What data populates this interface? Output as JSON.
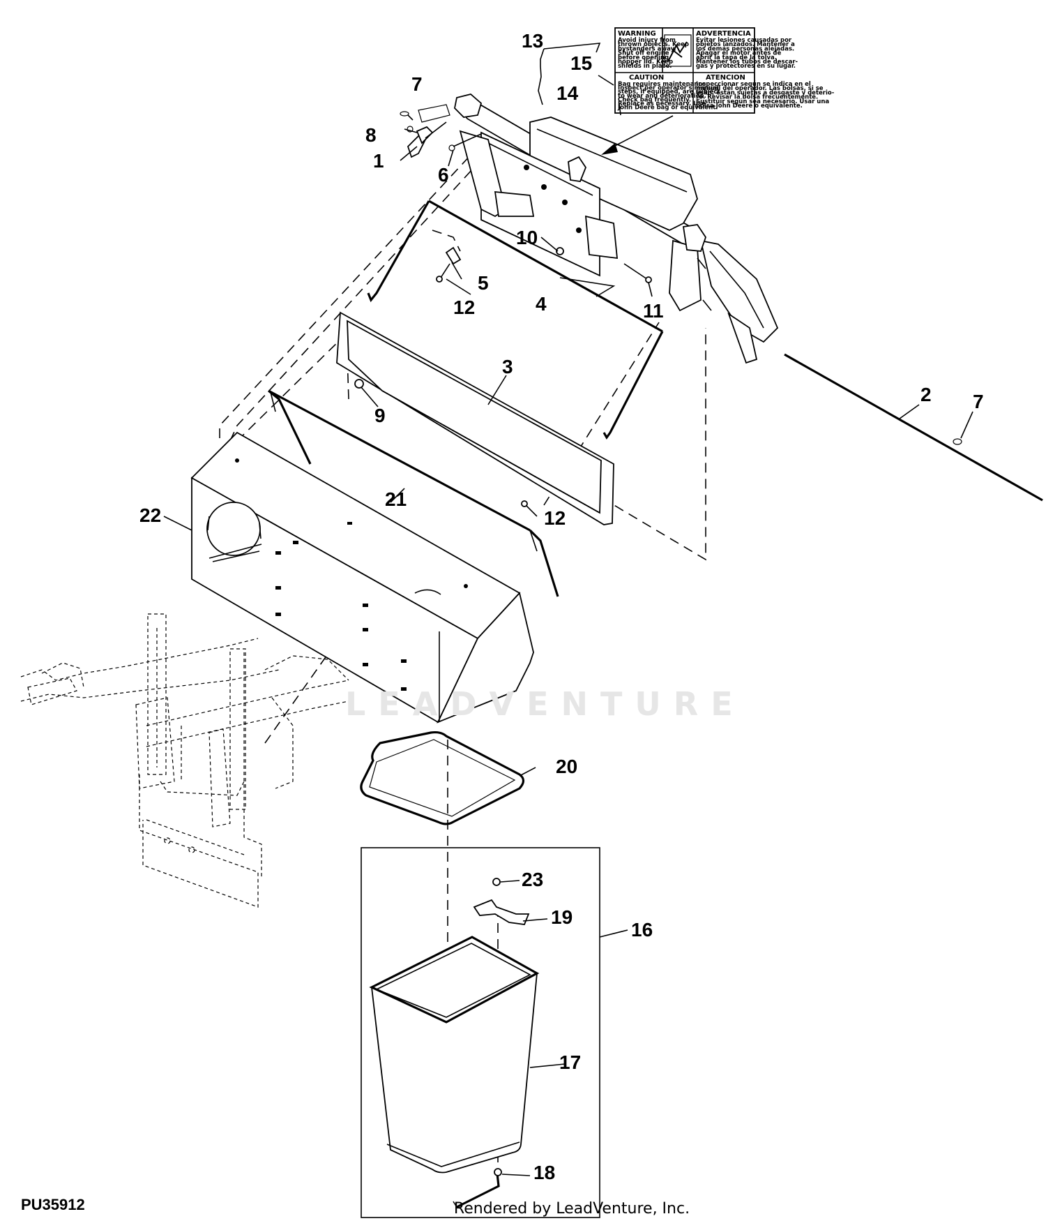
{
  "figure_id": "PU35912",
  "credit": "Rendered by LeadVenture, Inc.",
  "watermark": "LEADVENTURE",
  "callouts": [
    "1",
    "2",
    "3",
    "4",
    "5",
    "6",
    "7",
    "7",
    "8",
    "9",
    "10",
    "11",
    "12",
    "12",
    "13",
    "14",
    "15",
    "16",
    "17",
    "18",
    "19",
    "20",
    "21",
    "22",
    "23"
  ],
  "decal": {
    "panels": [
      {
        "heading": "WARNING",
        "lines": [
          "Avoid injury from",
          "thrown objects. Keep",
          "bystanders away.",
          "Shut off engine",
          "before opening",
          "hopper lid. Keep",
          "shields in place."
        ]
      },
      {
        "heading": "ADVERTENCIA",
        "lines": [
          "Evitar lesiones causadas por",
          "objetos lanzados. Mantener a",
          "los demás personas alejadas.",
          "Apagar el motor antes de",
          "abrir la tapa de la tolva.",
          "Mantener los tubos de descar-",
          "gas y protectores en su lugar."
        ]
      },
      {
        "heading": "CAUTION",
        "lines": [
          "Bag requires maintenance.",
          "Inspect per operator's manual",
          "steps, if equipped, are subject",
          "to wear and deterioration.",
          "Check bag frequently.",
          "Replace as necessary. Use",
          "John Deere bag or equivalent."
        ]
      },
      {
        "heading": "ATENCION",
        "lines": [
          "Inspeccionar según se indica en el",
          "manual del operador. Las bolsas, si se",
          "usan, están sujetas a desgaste y deterio-",
          "ro. Revisar la bolsa frecuentemente.",
          "Sustituir según sea necesario. Usar una",
          "bolsa John Deere o equivalente."
        ]
      }
    ]
  }
}
